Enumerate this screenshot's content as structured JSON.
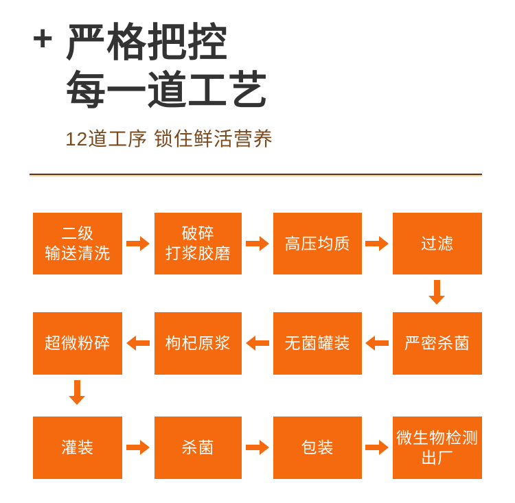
{
  "header": {
    "plus_symbol": "+",
    "title_line1": "严格把控",
    "title_line2": "每一道工艺",
    "subtitle": "12道工序 锁住鲜活营养"
  },
  "colors": {
    "accent_orange": "#F5690F",
    "title_text": "#333333",
    "subtitle_brown": "#7A4A1E",
    "divider_dark": "#5B3414",
    "divider_light": "#EBD0A8",
    "box_text": "#FFFFFF"
  },
  "flow": {
    "rows": [
      {
        "direction": "right",
        "cells": [
          "二级\n输送清洗",
          "破碎\n打浆胶磨",
          "高压均质",
          "过滤"
        ]
      },
      {
        "direction": "left",
        "cells": [
          "超微粉碎",
          "枸杞原浆",
          "无菌罐装",
          "严密杀菌"
        ]
      },
      {
        "direction": "right",
        "cells": [
          "灌装",
          "杀菌",
          "包装",
          "微生物检测\n出厂"
        ]
      }
    ],
    "process_order": [
      "二级输送清洗",
      "破碎打浆胶磨",
      "高压均质",
      "过滤",
      "严密杀菌",
      "无菌罐装",
      "枸杞原浆",
      "超微粉碎",
      "灌装",
      "杀菌",
      "包装",
      "微生物检测出厂"
    ]
  }
}
